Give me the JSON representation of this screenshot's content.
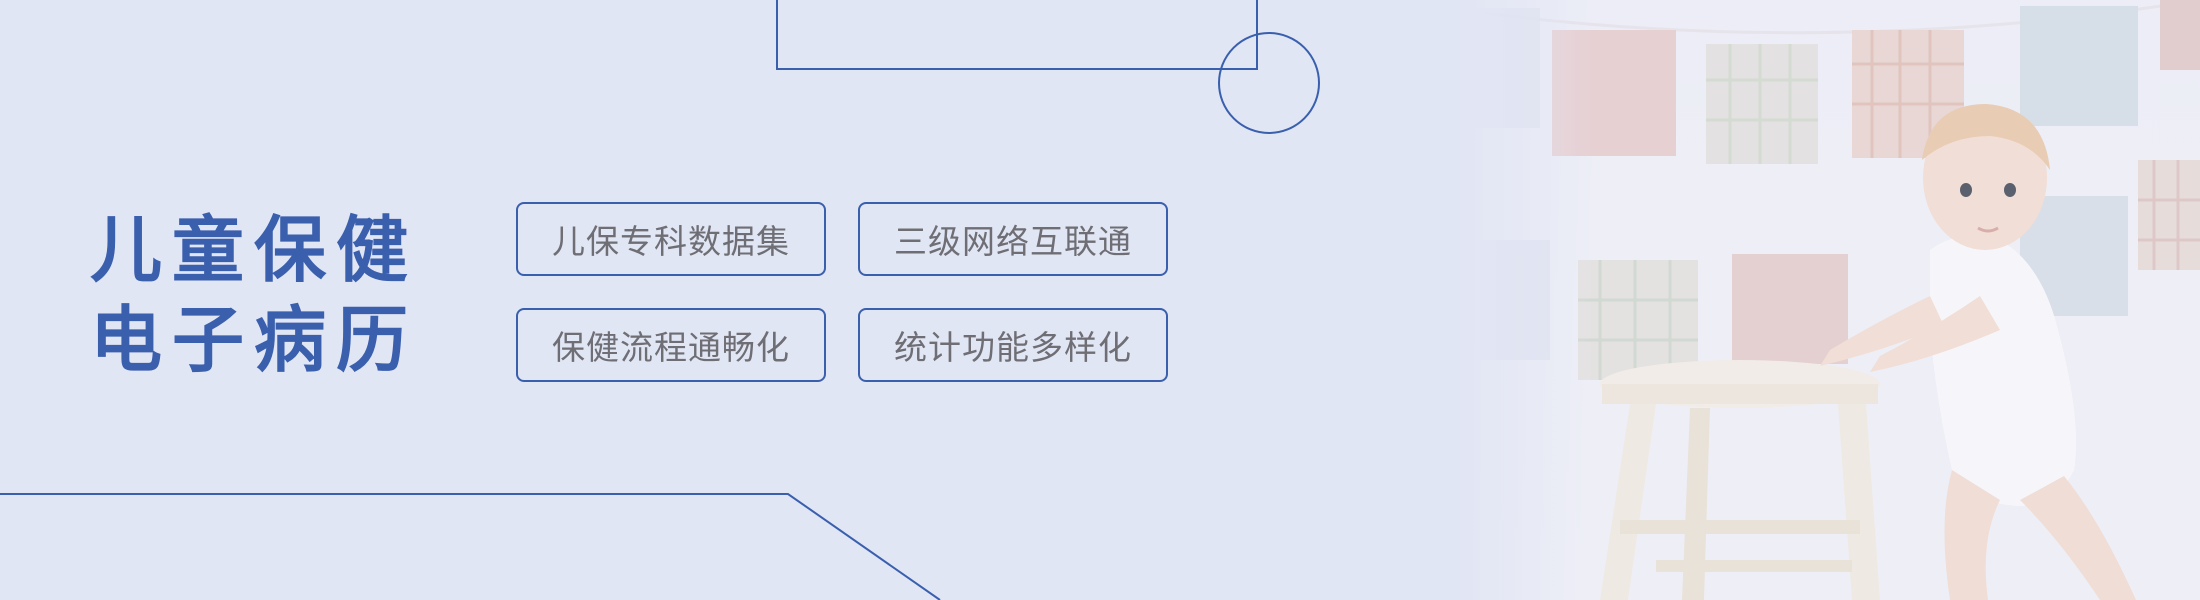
{
  "title": {
    "line1": "儿童保健",
    "line2": "电子病历"
  },
  "tags": [
    {
      "label": "儿保专科数据集"
    },
    {
      "label": "三级网络互联通"
    },
    {
      "label": "保健流程通畅化"
    },
    {
      "label": "统计功能多样化"
    }
  ],
  "colors": {
    "background": "#e1e6f5",
    "accent": "#3a5fad",
    "tag_text": "#6e6e74"
  },
  "photo": {
    "icon": "baby-standing-at-stool-photo"
  }
}
